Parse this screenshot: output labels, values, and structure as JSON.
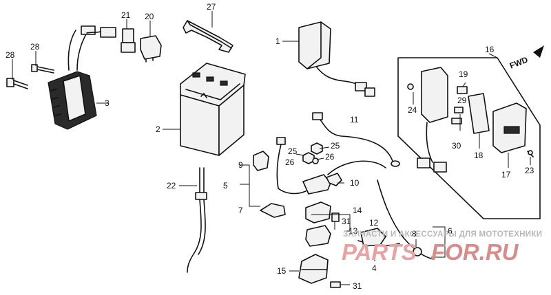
{
  "callouts": {
    "c1": "1",
    "c2": "2",
    "c3": "3",
    "c4": "4",
    "c5": "5",
    "c6": "6",
    "c7": "7",
    "c8": "8",
    "c9": "9",
    "c10": "10",
    "c11": "11",
    "c12": "12",
    "c13": "13",
    "c14": "14",
    "c15": "15",
    "c16": "16",
    "c17": "17",
    "c18": "18",
    "c19": "19",
    "c20": "20",
    "c21": "21",
    "c22": "22",
    "c23": "23",
    "c24": "24",
    "c25a": "25",
    "c25b": "25",
    "c26a": "26",
    "c26b": "26",
    "c27": "27",
    "c28a": "28",
    "c28b": "28",
    "c29": "29",
    "c30": "30",
    "c31a": "31",
    "c31b": "31"
  },
  "fwd_label": "FWD",
  "watermark": {
    "caption": "ЗАПЧАСТИ И АКСЕССУАРЫ ДЛЯ МОТОТЕХНИКИ",
    "logo_part1": "PARTS",
    "logo_part2": "FOR.RU"
  },
  "colors": {
    "ink": "#111111",
    "watermark_red": "#e9a2a2",
    "watermark_gray": "#b8b8b8"
  }
}
